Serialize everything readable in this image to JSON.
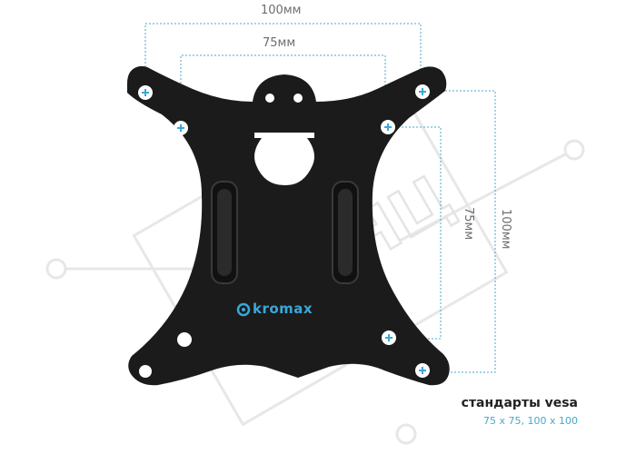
{
  "dimensions": {
    "top_outer": "100мм",
    "top_inner": "75мм",
    "right_inner": "75мм",
    "right_outer": "100мм"
  },
  "brand": {
    "logo_text": "kromax"
  },
  "watermark": {
    "text": "КНЦ"
  },
  "caption": {
    "title": "стандарты vesa",
    "subtitle": "75 x 75, 100 x 100"
  },
  "colors": {
    "plate": "#1b1b1b",
    "accent": "#3aa8d8",
    "dimension_line": "#4aa7c9",
    "watermark": "#cfcfcf"
  }
}
